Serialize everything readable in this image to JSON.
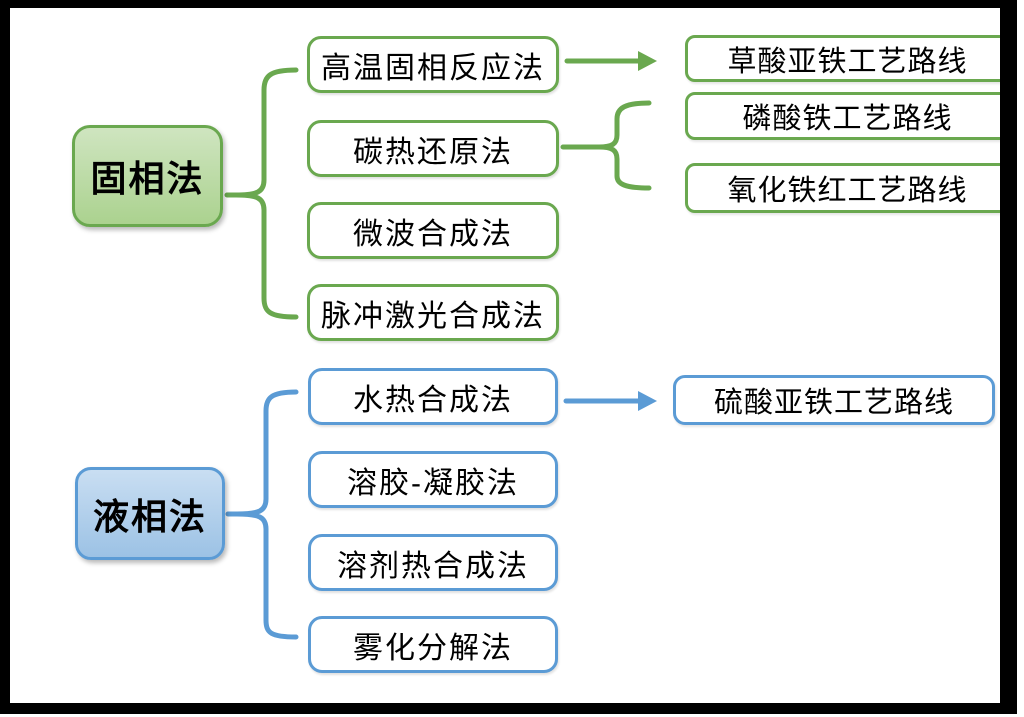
{
  "colors": {
    "green": "#6aa84f",
    "green_fill_top": "#cfe5c0",
    "green_fill_bottom": "#abd28f",
    "blue": "#5b9bd5",
    "blue_fill_top": "#c9def2",
    "blue_fill_bottom": "#9cc2e5",
    "text": "#000000",
    "frame": "#000000",
    "background": "#ffffff"
  },
  "solid_phase": {
    "parent": "固相法",
    "methods": [
      "高温固相反应法",
      "碳热还原法",
      "微波合成法",
      "脉冲激光合成法"
    ],
    "routes": [
      "草酸亚铁工艺路线",
      "磷酸铁工艺路线",
      "氧化铁红工艺路线"
    ]
  },
  "liquid_phase": {
    "parent": "液相法",
    "methods": [
      "水热合成法",
      "溶胶-凝胶法",
      "溶剂热合成法",
      "雾化分解法"
    ],
    "routes": [
      "硫酸亚铁工艺路线"
    ]
  }
}
